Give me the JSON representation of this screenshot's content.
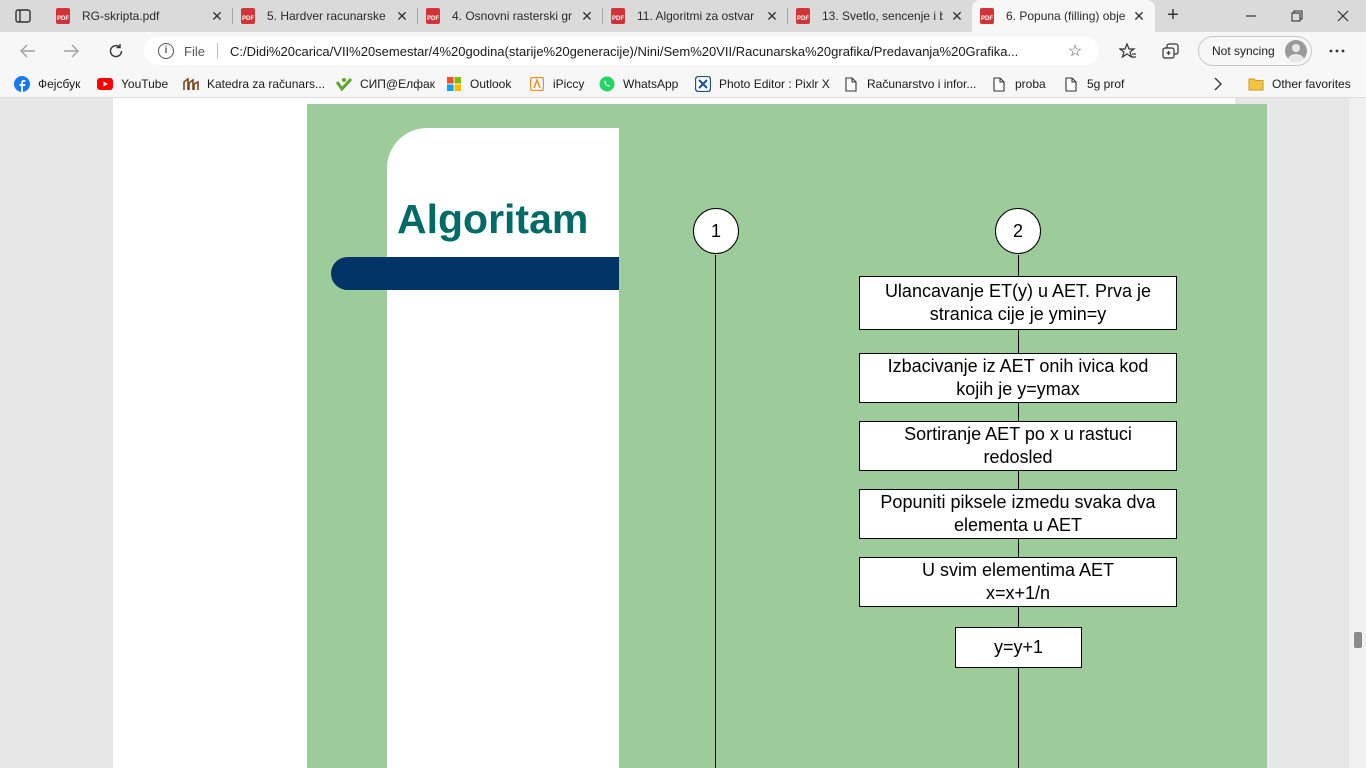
{
  "browser": {
    "tabs": [
      {
        "title": "RG-skripta.pdf",
        "icon": "pdf-icon",
        "active": false
      },
      {
        "title": "5. Hardver racunarske",
        "icon": "pdf-icon",
        "active": false
      },
      {
        "title": "4. Osnovni rasterski gr",
        "icon": "pdf-icon",
        "active": false
      },
      {
        "title": "11. Algoritmi za ostvar",
        "icon": "pdf-icon",
        "active": false
      },
      {
        "title": "13. Svetlo, sencenje i b",
        "icon": "pdf-icon",
        "active": false
      },
      {
        "title": "6. Popuna (filling) obje",
        "icon": "pdf-icon",
        "active": true
      }
    ],
    "new_tab": "+",
    "close_glyph": "✕",
    "pdf_badge": "PDF",
    "address": {
      "scheme": "File",
      "url": "C:/Didi%20carica/VII%20semestar/4%20godina(starije%20generacije)/Nini/Sem%20VII/Racunarska%20grafika/Predavanja%20Grafika..."
    },
    "profile": {
      "label": "Not syncing"
    },
    "bookmarks": [
      {
        "label": "Фејсбук",
        "icon": "facebook-icon",
        "color": "#1877f2"
      },
      {
        "label": "YouTube",
        "icon": "youtube-icon",
        "color": "#ff0000"
      },
      {
        "label": "Katedra za računars...",
        "icon": "katedra-icon",
        "color": "#7a4a1e"
      },
      {
        "label": "СИП@Елфак",
        "icon": "sip-icon",
        "color": "#5aa62a"
      },
      {
        "label": "Outlook",
        "icon": "outlook-icon",
        "color": "#f25022"
      },
      {
        "label": "iPiccy",
        "icon": "ipiccy-icon",
        "color": "#f28c28"
      },
      {
        "label": "WhatsApp",
        "icon": "whatsapp-icon",
        "color": "#25d366"
      },
      {
        "label": "Photo Editor : Pixlr X",
        "icon": "pixlr-icon",
        "color": "#1e4e8c"
      },
      {
        "label": "Računarstvo i infor...",
        "icon": "page-icon",
        "color": "#ffffff"
      },
      {
        "label": "proba",
        "icon": "page-icon",
        "color": "#ffffff"
      },
      {
        "label": "5g prof",
        "icon": "page-icon",
        "color": "#ffffff"
      }
    ],
    "other_favorites": "Other favorites"
  },
  "slide": {
    "title": "Algoritam",
    "colors": {
      "background": "#9ccc99",
      "title": "#006b66",
      "bar": "#003366"
    },
    "connectors": [
      "1",
      "2"
    ],
    "steps": [
      "Ulancavanje ET(y) u AET. Prva je\nstranica cije je ymin=y",
      "Izbacivanje iz AET onih ivica kod\nkojih je y=ymax",
      "Sortiranje AET po x u rastuci\nredosled",
      "Popuniti piksele izmedu svaka dva\nelementa u AET",
      "U svim elementima AET\nx=x+1/n",
      "y=y+1"
    ]
  }
}
